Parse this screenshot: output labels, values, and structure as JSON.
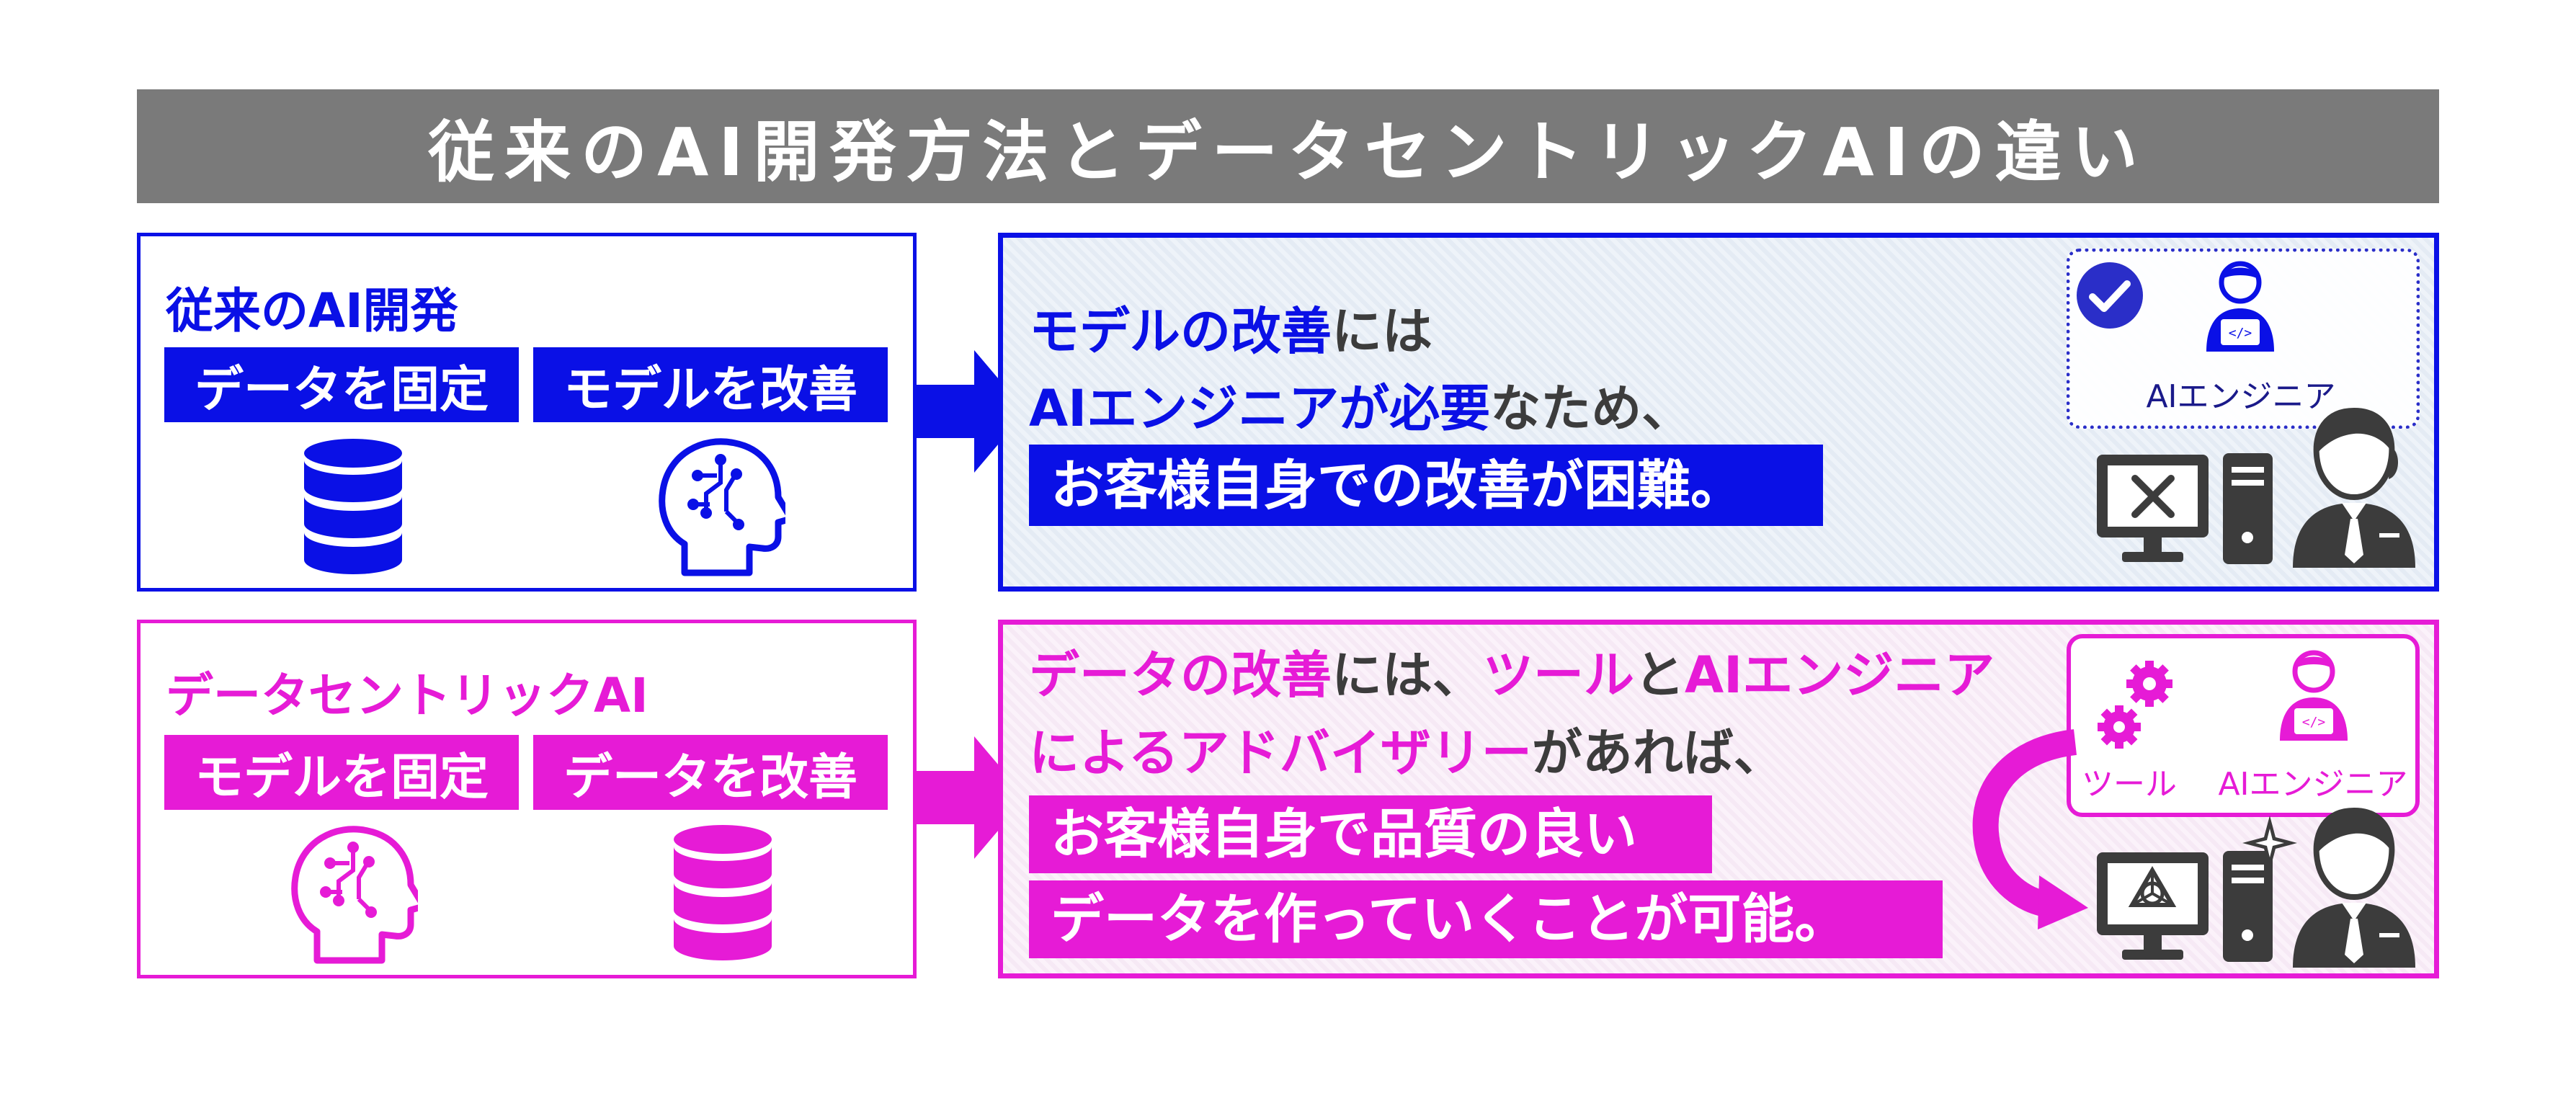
{
  "title": "従来のAI開発方法とデータセントリックAIの違い",
  "colors": {
    "blue": "#0a10e6",
    "magenta": "#e61bd6",
    "gray": "#7a7a7a",
    "dark": "#3c3c3c"
  },
  "traditional": {
    "heading": "従来のAI開発",
    "tag_left": "データを固定",
    "tag_right": "モデルを改善",
    "icons": [
      "database-icon",
      "ai-head-icon"
    ],
    "panel": {
      "line1_accent": "モデルの改善",
      "line1_plain": "には",
      "line2_accent": "AIエンジニアが必要",
      "line2_plain": "なため、",
      "highlight": "お客様自身での改善が困難。",
      "engineer_label": "AIエンジニア",
      "icons": [
        "check-icon",
        "engineer-icon",
        "monitor-x-icon",
        "pc-tower-icon",
        "businessman-icon"
      ]
    }
  },
  "datacentric": {
    "heading": "データセントリックAI",
    "tag_left": "モデルを固定",
    "tag_right": "データを改善",
    "icons": [
      "ai-head-icon",
      "database-icon"
    ],
    "panel": {
      "line1_accent1": "データの改善",
      "line1_plain1": "には、",
      "line1_accent2": "ツール",
      "line1_plain2": "と",
      "line1_accent3": "AIエンジニア",
      "line2_accent": "によるアドバイザリー",
      "line2_plain": "があれば、",
      "highlight1": "お客様自身で品質の良い",
      "highlight2": "データを作っていくことが可能。",
      "tool_label": "ツール",
      "engineer_label": "AIエンジニア",
      "icons": [
        "gears-icon",
        "engineer-icon",
        "curved-arrow-icon",
        "monitor-ai-icon",
        "pc-tower-icon",
        "sparkle-icon",
        "businessman-icon"
      ]
    }
  }
}
